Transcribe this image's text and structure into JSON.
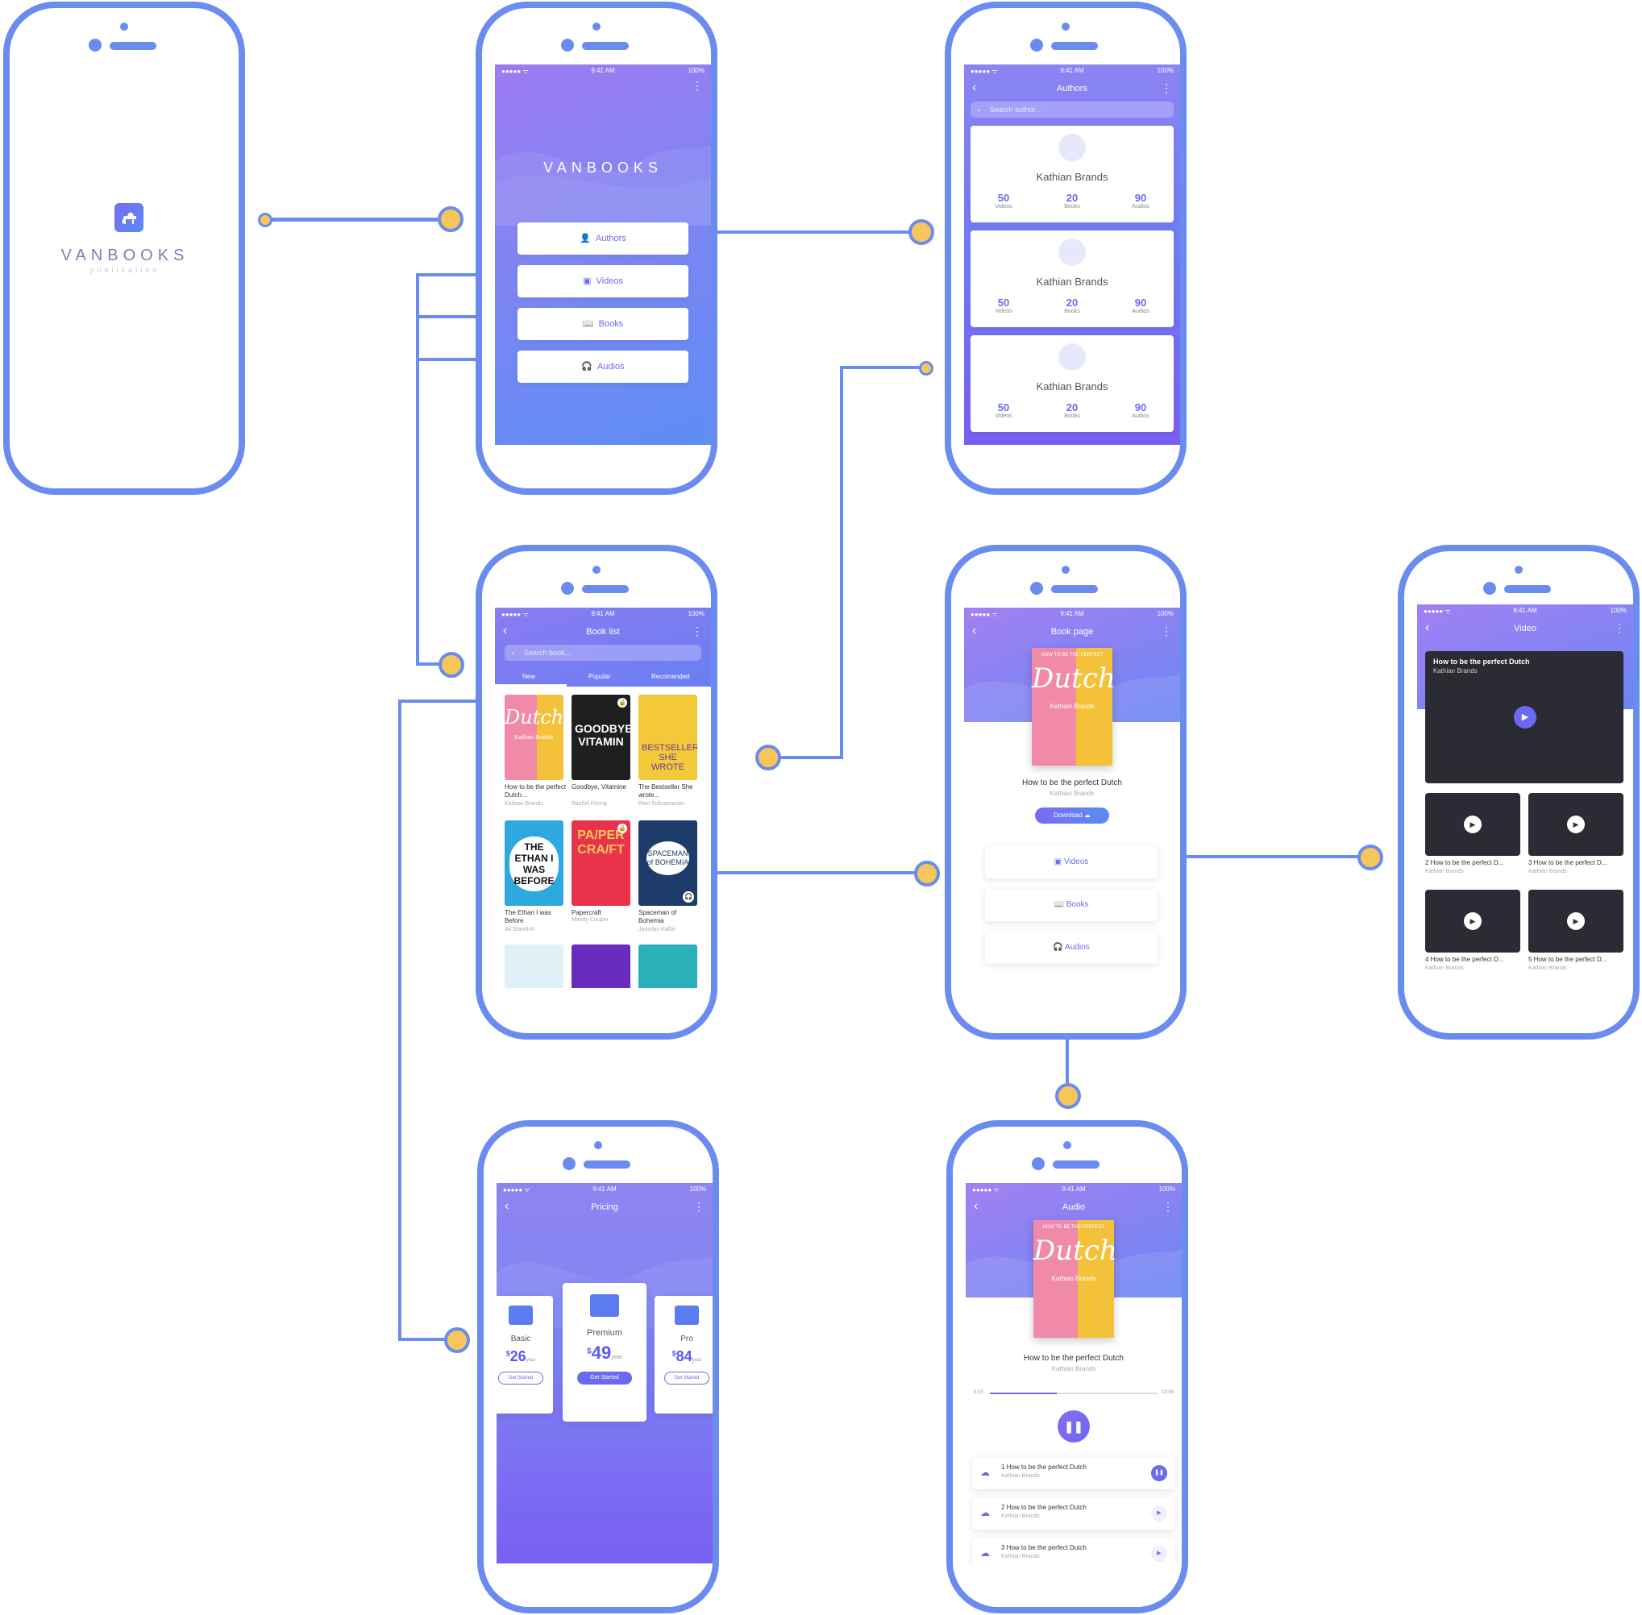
{
  "brand": {
    "name": "VANBOOKS",
    "tagline": "publication"
  },
  "status": {
    "carrier": "●●●●● ᯤ",
    "time": "9:41 AM",
    "battery": "100%"
  },
  "home": {
    "buttons": [
      "Authors",
      "Videos",
      "Books",
      "Audios"
    ]
  },
  "authors": {
    "title": "Authors",
    "search_placeholder": "Search author...",
    "cards": [
      {
        "name": "Kathian Brands",
        "stats": [
          {
            "value": "50",
            "label": "Videos"
          },
          {
            "value": "20",
            "label": "Books"
          },
          {
            "value": "90",
            "label": "Audios"
          }
        ]
      },
      {
        "name": "Kathian Brands",
        "stats": [
          {
            "value": "50",
            "label": "Videos"
          },
          {
            "value": "20",
            "label": "Books"
          },
          {
            "value": "90",
            "label": "Audios"
          }
        ]
      },
      {
        "name": "Kathian Brands",
        "stats": [
          {
            "value": "50",
            "label": "Videos"
          },
          {
            "value": "20",
            "label": "Books"
          },
          {
            "value": "90",
            "label": "Audios"
          }
        ]
      }
    ]
  },
  "booklist": {
    "title": "Book list",
    "search_placeholder": "Search book...",
    "tabs": [
      "New",
      "Popular",
      "Recomended"
    ],
    "books": [
      {
        "title": "How to be the perfect Dutch...",
        "author": "Kathian Brands",
        "color": "#f0a0b8"
      },
      {
        "title": "Goodbye, Vitamine",
        "author": "Rachel Khong",
        "color": "#1f1f1f"
      },
      {
        "title": "The Bestseller She wrote...",
        "author": "Ravi Subramanian",
        "color": "#f3c93a"
      },
      {
        "title": "The Ethan I was Before",
        "author": "Ali Standish",
        "color": "#2fa8e0"
      },
      {
        "title": "Papercraft",
        "author": "Mandy Couper",
        "color": "#e8334a"
      },
      {
        "title": "Spaceman of Bohemia",
        "author": "Jaroslav Kalfar",
        "color": "#1d3b6b"
      }
    ],
    "extra_colors": [
      "#e0f0f7",
      "#6a2cbf",
      "#2ab0b8"
    ],
    "cover_text": {
      "dutch": "Dutch",
      "dutch_author": "Kathian Brands",
      "vitamin": "GOODBYE VITAMIN",
      "bestseller": "BESTSELLER SHE WROTE",
      "ethan": "THE ETHAN I WAS BEFORE",
      "papercraft": "PA/PER CRA/FT",
      "spaceman": "SPACEMAN of BOHEMIA"
    }
  },
  "bookpage": {
    "title": "Book page",
    "book_title": "How to be the perfect Dutch",
    "author": "Kathian Brands",
    "download": "Download",
    "buttons": [
      "Videos",
      "Books",
      "Audios"
    ],
    "cover": {
      "top": "HOW TO BE THE PERFECT",
      "main": "Dutch",
      "author": "Kathian Brands"
    }
  },
  "video": {
    "title": "Video",
    "featured": {
      "title": "How to be the perfect Dutch",
      "author": "Kathian Brands"
    },
    "items": [
      {
        "title": "2 How to be the perfect D...",
        "author": "Kathian Brands"
      },
      {
        "title": "3 How to be the perfect D...",
        "author": "Kathian Brands"
      },
      {
        "title": "4 How to be the perfect D...",
        "author": "Kathian Brands"
      },
      {
        "title": "5 How to be the perfect D...",
        "author": "Kathian Brands"
      }
    ]
  },
  "pricing": {
    "title": "Pricing",
    "plans": [
      {
        "name": "Basic",
        "currency": "$",
        "price": "26",
        "period": "year",
        "cta": "Get Started"
      },
      {
        "name": "Premium",
        "currency": "$",
        "price": "49",
        "period": "year",
        "cta": "Get Started"
      },
      {
        "name": "Pro",
        "currency": "$",
        "price": "84",
        "period": "year",
        "cta": "Get Started"
      }
    ]
  },
  "audio": {
    "title": "Audio",
    "book_title": "How to be the perfect Dutch",
    "author": "Kathian Brands",
    "elapsed": "5:15",
    "total": "10:08",
    "progress": 0.4,
    "tracks": [
      {
        "title": "1 How to be the perfect Dutch",
        "author": "Kathian Brands",
        "state": "pause"
      },
      {
        "title": "2 How to be the perfect Dutch",
        "author": "Kathian Brands",
        "state": "play"
      },
      {
        "title": "3 How to be the perfect Dutch",
        "author": "Kathian Brands",
        "state": "play"
      }
    ]
  },
  "colors": {
    "frame": "#6a8cef",
    "node": "#f7c65a",
    "accent": "#6a6af0"
  }
}
